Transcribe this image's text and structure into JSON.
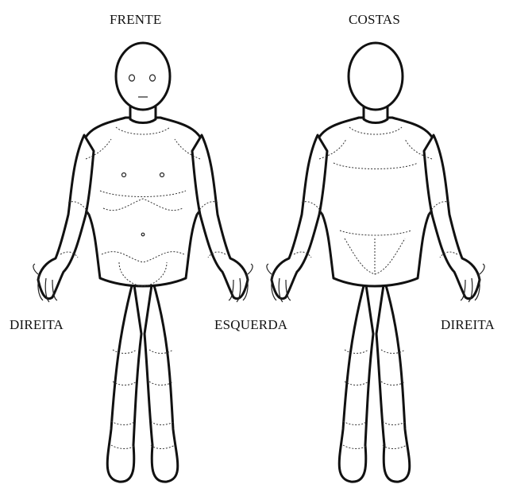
{
  "figure": {
    "front_view_title": "FRENTE",
    "back_view_title": "COSTAS",
    "front_right_side_label": "DIREITA",
    "front_left_side_label": "ESQUERDA",
    "back_right_side_label": "DIREITA"
  },
  "colors": {
    "outline": "#111111",
    "background": "#ffffff"
  }
}
